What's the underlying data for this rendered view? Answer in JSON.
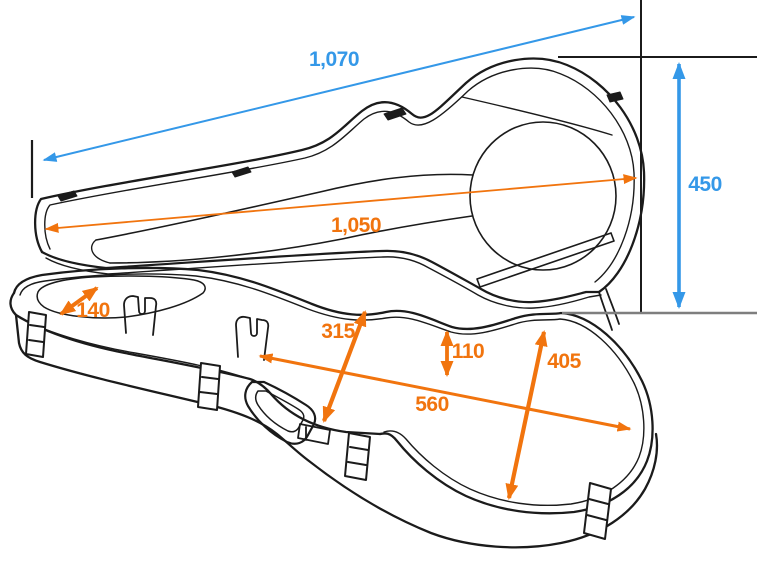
{
  "drawing": {
    "subject": "open-guitar-flight-case-line-drawing",
    "style": "technical dimension diagram"
  },
  "colors": {
    "blue_dimension": "#3498e8",
    "orange_dimension": "#f1740e",
    "outline": "#1b1b1b",
    "ground_line": "#7e7e7e"
  },
  "dimensions": {
    "d1070": {
      "label": "1,070",
      "color": "#3498e8",
      "orientation": "diagonal-overall-length"
    },
    "d450": {
      "label": "450",
      "color": "#3498e8",
      "orientation": "vertical-body-height"
    },
    "d1050": {
      "label": "1,050",
      "color": "#f1740e",
      "orientation": "diagonal-inner-length"
    },
    "d140": {
      "label": "140",
      "color": "#f1740e",
      "orientation": "diagonal-depth-small"
    },
    "d315": {
      "label": "315",
      "color": "#f1740e",
      "orientation": "diagonal-waist-width"
    },
    "d110": {
      "label": "110",
      "color": "#f1740e",
      "orientation": "vertical-rim-depth"
    },
    "d405": {
      "label": "405",
      "color": "#f1740e",
      "orientation": "diagonal-bout-width"
    },
    "d560": {
      "label": "560",
      "color": "#f1740e",
      "orientation": "diagonal-lower-length"
    }
  }
}
